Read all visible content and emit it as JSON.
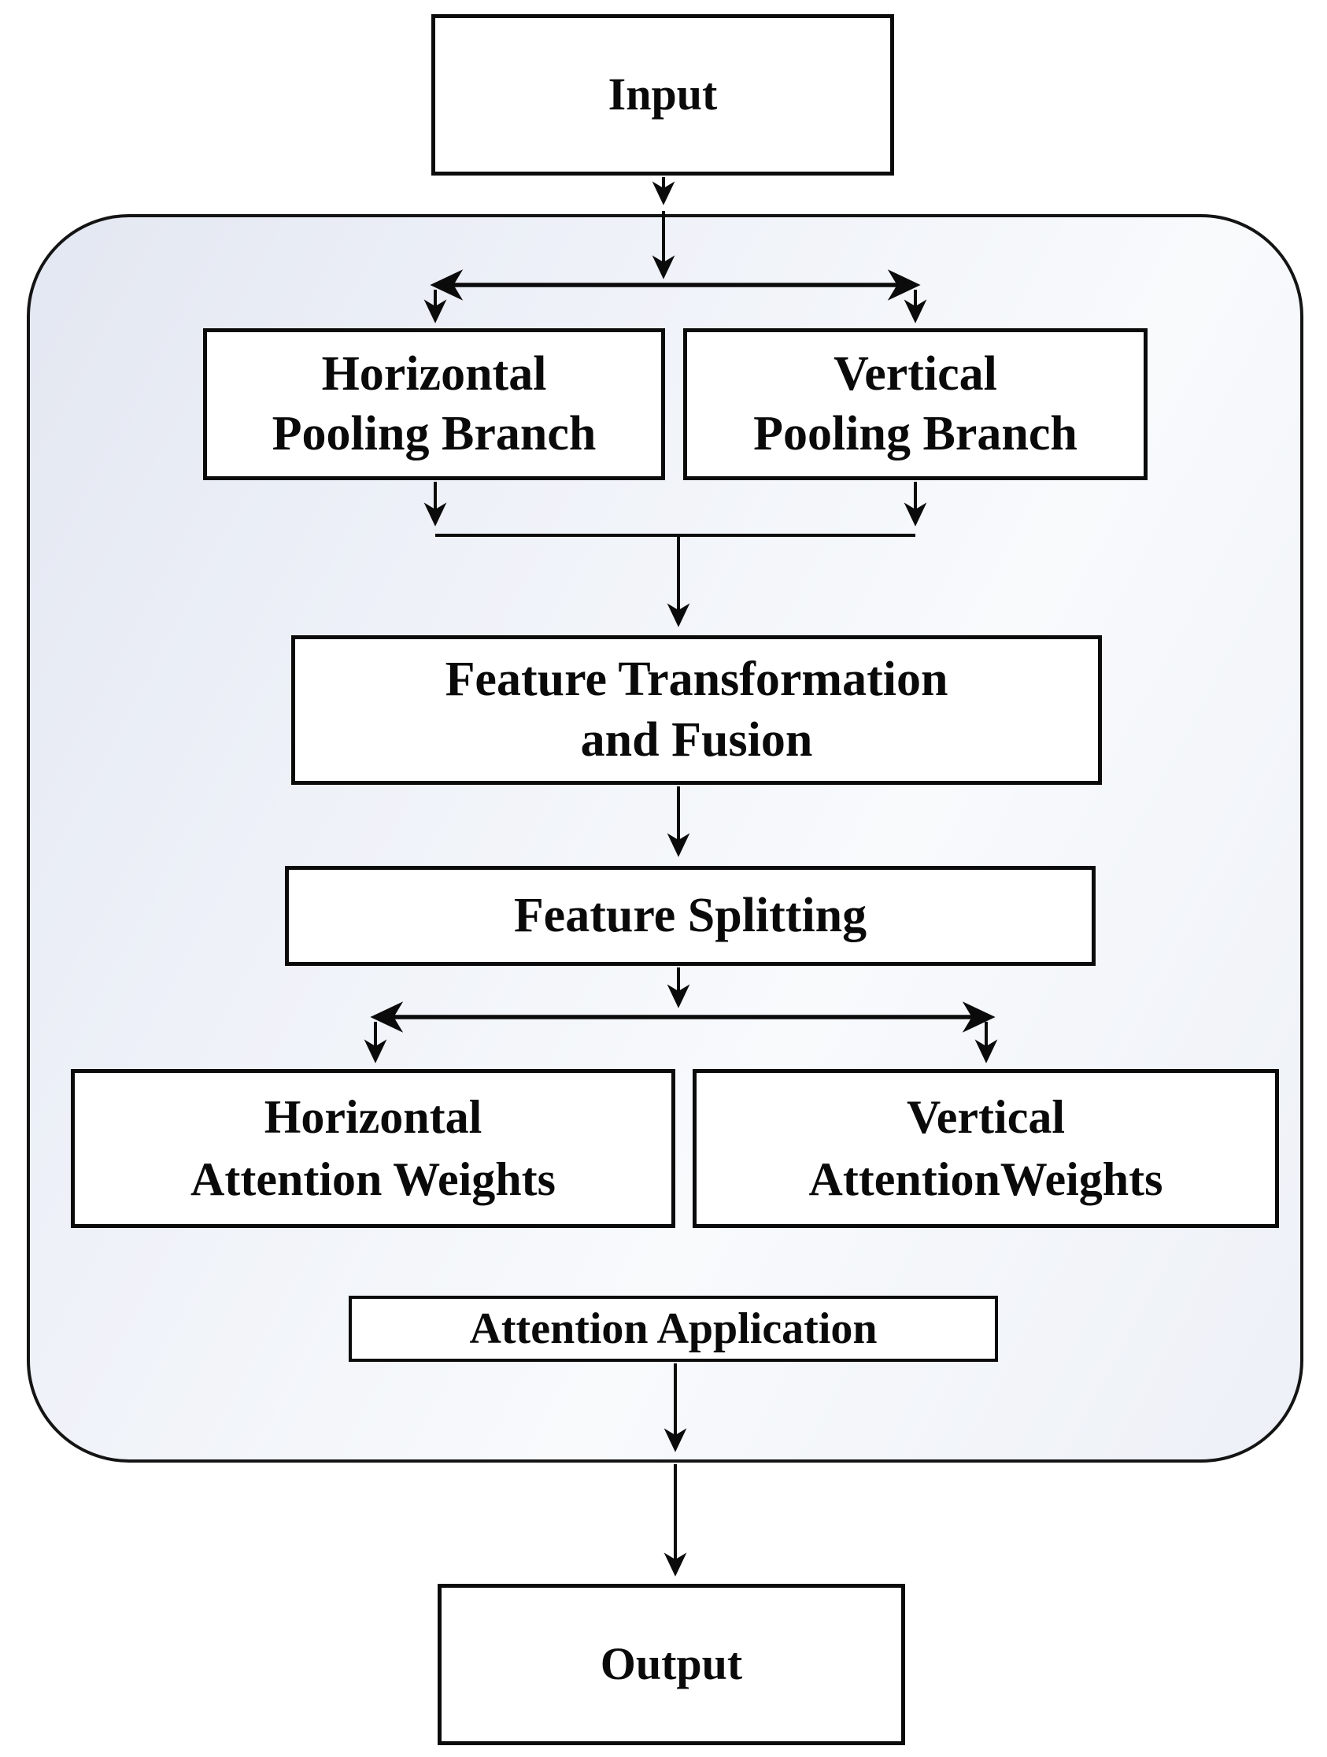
{
  "diagram": {
    "nodes": {
      "input": {
        "label": "Input"
      },
      "horizontal_pooling_branch": {
        "lines": [
          "Horizontal",
          "Pooling Branch"
        ]
      },
      "vertical_pooling_branch": {
        "lines": [
          "Vertical",
          "Pooling Branch"
        ]
      },
      "feature_transformation_fusion": {
        "lines": [
          "Feature Transformation",
          "and Fusion"
        ]
      },
      "feature_splitting": {
        "label": "Feature Splitting"
      },
      "horizontal_attention_weights": {
        "lines": [
          "Horizontal",
          "Attention Weights"
        ]
      },
      "vertical_attention_weights": {
        "lines": [
          "Vertical",
          "AttentionWeights"
        ]
      },
      "attention_application": {
        "label": "Attention Application"
      },
      "output": {
        "label": "Output"
      }
    },
    "edges": [
      {
        "from": "input",
        "to": "branch-distribution-line",
        "arrows": "down"
      },
      {
        "id": "branch-distribution-line",
        "type": "double-headed-horizontal",
        "feeds": [
          "horizontal_pooling_branch",
          "vertical_pooling_branch"
        ]
      },
      {
        "from": "horizontal_pooling_branch",
        "to": "merge-line",
        "arrows": "down"
      },
      {
        "from": "vertical_pooling_branch",
        "to": "merge-line",
        "arrows": "down"
      },
      {
        "from": "merge-line",
        "to": "feature_transformation_fusion",
        "arrows": "down"
      },
      {
        "from": "feature_transformation_fusion",
        "to": "feature_splitting",
        "arrows": "down"
      },
      {
        "from": "feature_splitting",
        "to": "split-distribution-line",
        "arrows": "down"
      },
      {
        "id": "split-distribution-line",
        "type": "double-headed-horizontal",
        "feeds": [
          "horizontal_attention_weights",
          "vertical_attention_weights"
        ]
      },
      {
        "from": "attention_application",
        "to": "output",
        "arrows": "down"
      }
    ],
    "colors": {
      "page_background": "#ffffff",
      "node_fill": "#ffffff",
      "node_border": "#0b0b0b",
      "text": "#0a0a0a",
      "arrow": "#0b0b0b",
      "container_border": "#141414",
      "container_fill_start": "#e3e7f1",
      "container_fill_soft": "#eef1f8",
      "container_fill_mid": "#f8fafc",
      "container_fill_end": "#edf0f7"
    }
  }
}
